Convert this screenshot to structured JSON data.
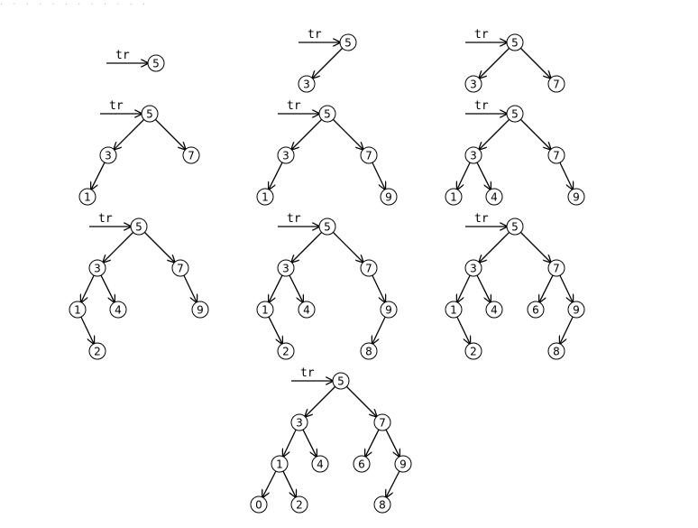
{
  "pointer_label": "tr",
  "trees": [
    {
      "id": 1,
      "nodes": [
        "5"
      ],
      "edges": []
    },
    {
      "id": 2,
      "nodes": [
        "5",
        "3"
      ],
      "edges": [
        [
          "5",
          "3"
        ]
      ]
    },
    {
      "id": 3,
      "nodes": [
        "5",
        "3",
        "7"
      ],
      "edges": [
        [
          "5",
          "3"
        ],
        [
          "5",
          "7"
        ]
      ]
    },
    {
      "id": 4,
      "nodes": [
        "5",
        "3",
        "7",
        "1"
      ],
      "edges": [
        [
          "5",
          "3"
        ],
        [
          "5",
          "7"
        ],
        [
          "3",
          "1"
        ]
      ]
    },
    {
      "id": 5,
      "nodes": [
        "5",
        "3",
        "7",
        "1",
        "9"
      ],
      "edges": [
        [
          "5",
          "3"
        ],
        [
          "5",
          "7"
        ],
        [
          "3",
          "1"
        ],
        [
          "7",
          "9"
        ]
      ]
    },
    {
      "id": 6,
      "nodes": [
        "5",
        "3",
        "7",
        "1",
        "4",
        "9"
      ],
      "edges": [
        [
          "5",
          "3"
        ],
        [
          "5",
          "7"
        ],
        [
          "3",
          "1"
        ],
        [
          "3",
          "4"
        ],
        [
          "7",
          "9"
        ]
      ]
    },
    {
      "id": 7,
      "nodes": [
        "5",
        "3",
        "7",
        "1",
        "4",
        "9",
        "2"
      ],
      "edges": [
        [
          "5",
          "3"
        ],
        [
          "5",
          "7"
        ],
        [
          "3",
          "1"
        ],
        [
          "3",
          "4"
        ],
        [
          "7",
          "9"
        ],
        [
          "1",
          "2"
        ]
      ]
    },
    {
      "id": 8,
      "nodes": [
        "5",
        "3",
        "7",
        "1",
        "4",
        "9",
        "2",
        "8"
      ],
      "edges": [
        [
          "5",
          "3"
        ],
        [
          "5",
          "7"
        ],
        [
          "3",
          "1"
        ],
        [
          "3",
          "4"
        ],
        [
          "7",
          "9"
        ],
        [
          "1",
          "2"
        ],
        [
          "9",
          "8"
        ]
      ]
    },
    {
      "id": 9,
      "nodes": [
        "5",
        "3",
        "7",
        "1",
        "4",
        "6",
        "9",
        "2",
        "8"
      ],
      "edges": [
        [
          "5",
          "3"
        ],
        [
          "5",
          "7"
        ],
        [
          "3",
          "1"
        ],
        [
          "3",
          "4"
        ],
        [
          "7",
          "6"
        ],
        [
          "7",
          "9"
        ],
        [
          "1",
          "2"
        ],
        [
          "9",
          "8"
        ]
      ]
    },
    {
      "id": 10,
      "nodes": [
        "5",
        "3",
        "7",
        "1",
        "4",
        "6",
        "9",
        "0",
        "2",
        "8"
      ],
      "edges": [
        [
          "5",
          "3"
        ],
        [
          "5",
          "7"
        ],
        [
          "3",
          "1"
        ],
        [
          "3",
          "4"
        ],
        [
          "7",
          "6"
        ],
        [
          "7",
          "9"
        ],
        [
          "1",
          "0"
        ],
        [
          "1",
          "2"
        ],
        [
          "9",
          "8"
        ]
      ]
    }
  ]
}
